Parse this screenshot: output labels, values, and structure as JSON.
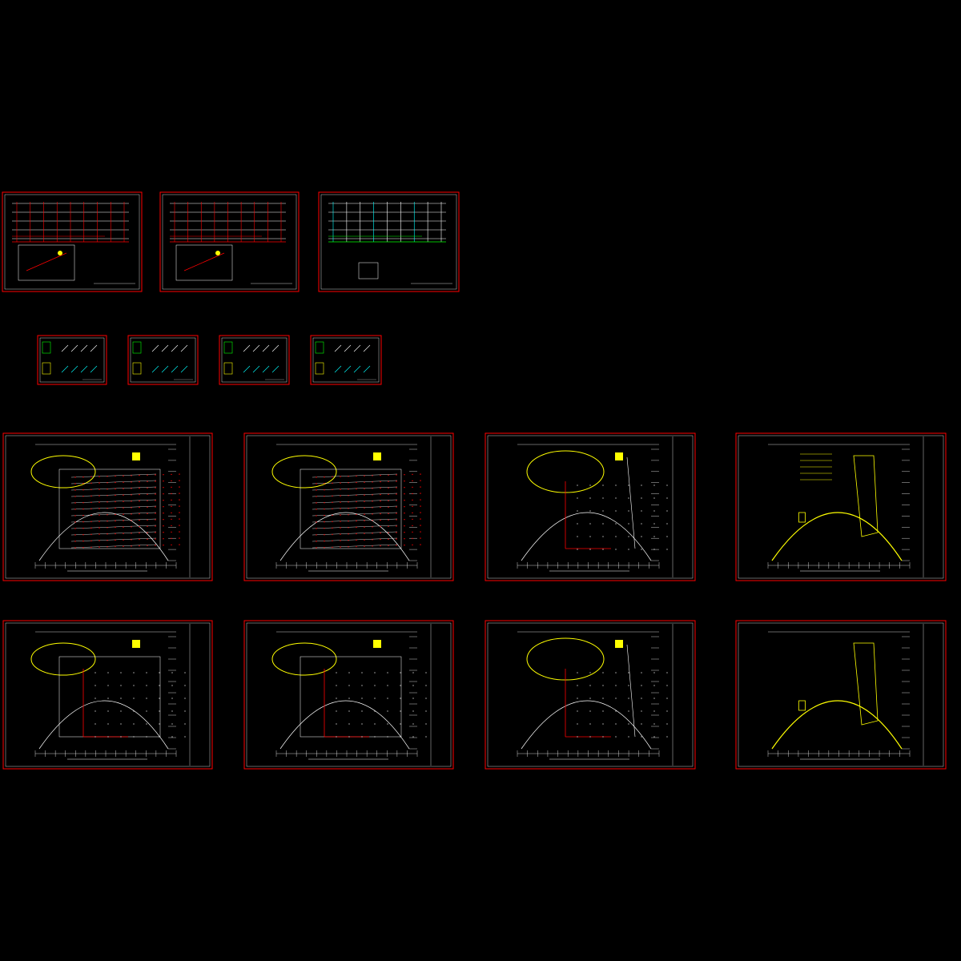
{
  "viewer": {
    "background": "#000000",
    "colors": {
      "frame": "#ff0000",
      "line": "#ffffff",
      "pipe": "#ff0000",
      "highlight": "#ffff00",
      "cyan": "#00ffff",
      "green": "#00ff00"
    }
  },
  "sheets": [
    {
      "id": "system-diagram-1",
      "kind": "riser"
    },
    {
      "id": "system-diagram-2",
      "kind": "riser"
    },
    {
      "id": "system-diagram-3",
      "kind": "riser-color"
    },
    {
      "id": "detail-1",
      "kind": "detail"
    },
    {
      "id": "detail-2",
      "kind": "detail"
    },
    {
      "id": "detail-3",
      "kind": "detail"
    },
    {
      "id": "detail-4",
      "kind": "detail"
    },
    {
      "id": "plan-1",
      "kind": "plan-dense"
    },
    {
      "id": "plan-2",
      "kind": "plan-dense"
    },
    {
      "id": "plan-3",
      "kind": "plan-upper"
    },
    {
      "id": "plan-4",
      "kind": "plan-roof"
    },
    {
      "id": "plan-5",
      "kind": "plan-sparse"
    },
    {
      "id": "plan-6",
      "kind": "plan-sparse"
    },
    {
      "id": "plan-7",
      "kind": "plan-upper-sparse"
    },
    {
      "id": "plan-8",
      "kind": "plan-roof-sparse"
    }
  ]
}
